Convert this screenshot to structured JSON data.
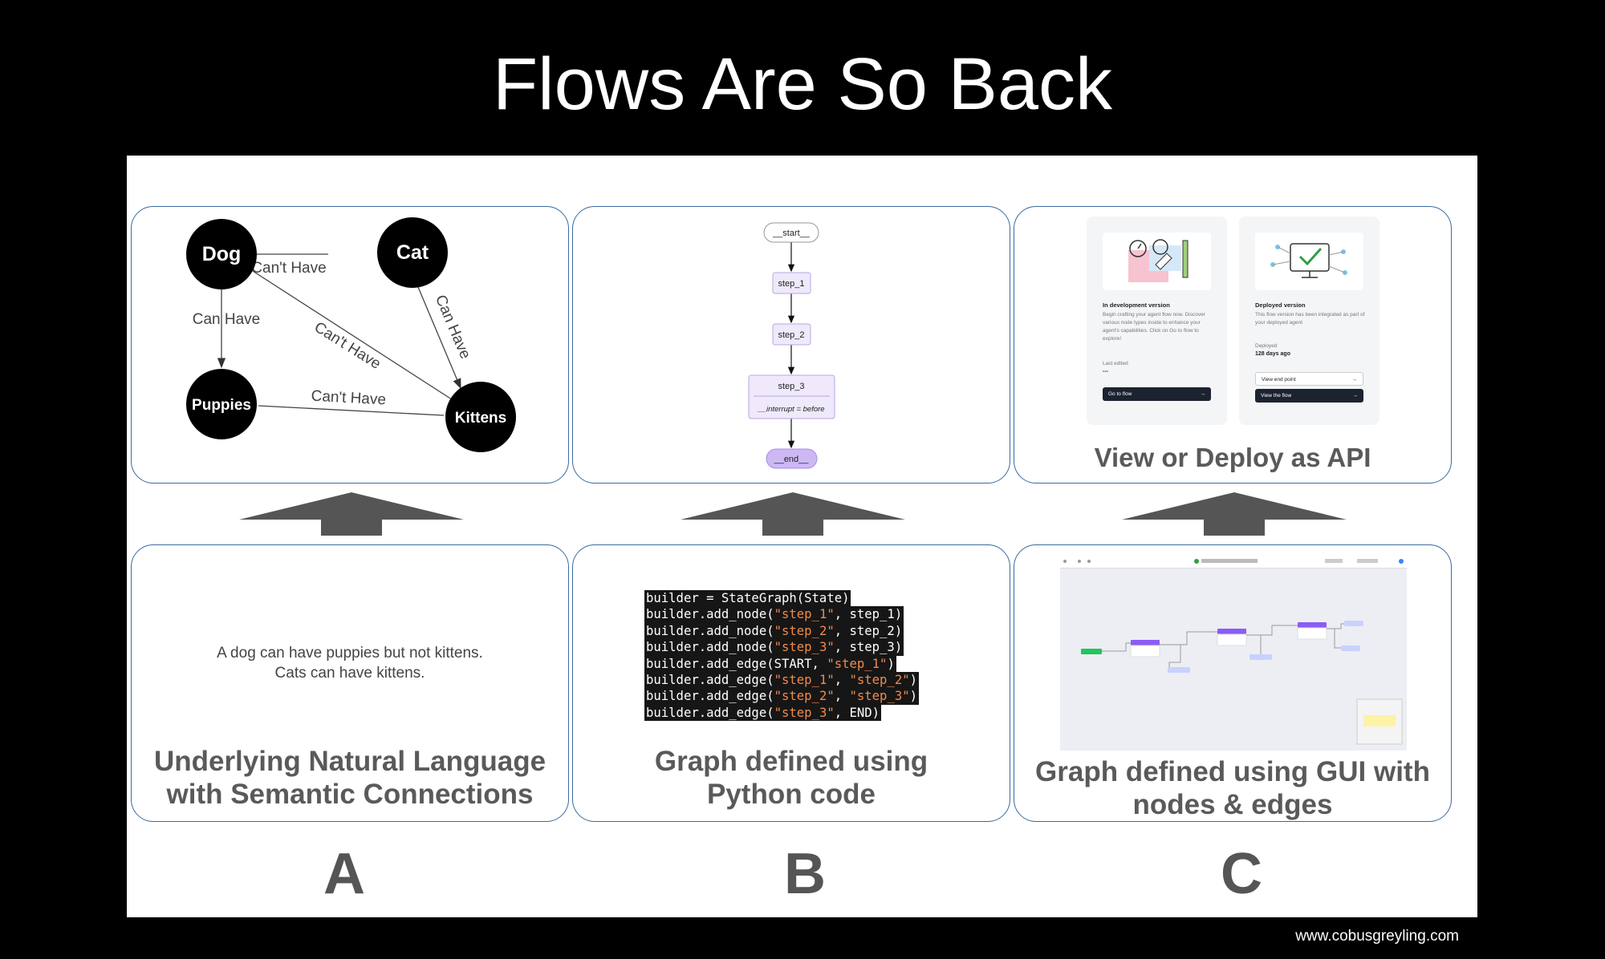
{
  "title": "Flows Are So Back",
  "footer": "www.cobusgreyling.com",
  "graph": {
    "nodes": {
      "dog": "Dog",
      "cat": "Cat",
      "puppies": "Puppies",
      "kittens": "Kittens"
    },
    "edges": {
      "dog_cat": "Can't Have",
      "dog_puppies": "Can Have",
      "dog_kittens": "Can't Have",
      "cat_kittens": "Can Have",
      "puppies_kittens": "Can't Have"
    }
  },
  "flow": {
    "start": "__start__",
    "step1": "step_1",
    "step2": "step_2",
    "step3": "step_3",
    "interrupt": "__interrupt = before",
    "end": "__end__"
  },
  "deploy": {
    "dev": {
      "title": "In development version",
      "desc": "Begin crafting your agent flow now. Discover various node types inside to enhance your agent's capabilities. Click on Go to flow to explore!",
      "meta_label": "Last edited",
      "meta_value": "---",
      "button": "Go to flow"
    },
    "prod": {
      "title": "Deployed version",
      "desc": "This flow version has been integrated as part of your deployed agent",
      "meta_label": "Deployed",
      "meta_value": "128 days ago",
      "button1": "View end point",
      "button2": "View the flow"
    },
    "caption": "View or Deploy as API"
  },
  "panel_a": {
    "text1": "A dog can have puppies but not kittens.",
    "text2": "Cats can have kittens.",
    "caption1": "Underlying Natural Language",
    "caption2": "with Semantic Connections",
    "letter": "A"
  },
  "panel_b": {
    "code": [
      [
        "builder = StateGraph(State)"
      ],
      [
        "builder.add_node(",
        "\"step_1\"",
        ", step_1)"
      ],
      [
        "builder.add_node(",
        "\"step_2\"",
        ", step_2)"
      ],
      [
        "builder.add_node(",
        "\"step_3\"",
        ", step_3)"
      ],
      [
        "builder.add_edge(START, ",
        "\"step_1\"",
        ")"
      ],
      [
        "builder.add_edge(",
        "\"step_1\"",
        ", ",
        "\"step_2\"",
        ")"
      ],
      [
        "builder.add_edge(",
        "\"step_2\"",
        ", ",
        "\"step_3\"",
        ")"
      ],
      [
        "builder.add_edge(",
        "\"step_3\"",
        ", END)"
      ]
    ],
    "caption1": "Graph defined using",
    "caption2": "Python code",
    "letter": "B"
  },
  "panel_c": {
    "caption1": "Graph defined using GUI with",
    "caption2": "nodes & edges",
    "letter": "C"
  },
  "colors": {
    "accent_purple": "#cdb8f5",
    "node_black": "#000000",
    "panel_border": "#3a6aa0",
    "arrow_gray": "#555555"
  }
}
